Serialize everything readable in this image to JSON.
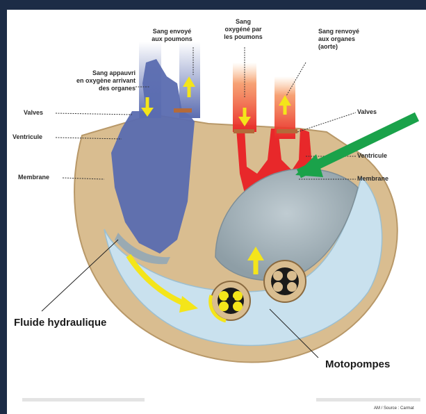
{
  "labels": {
    "sang_envoye_poumons": "Sang envoyé\naux poumons",
    "sang_oxygene": "Sang\noxygéné par\nles poumons",
    "sang_renvoye": "Sang renvoyé\naux organes\n(aorte)",
    "sang_appauvri": "Sang appauvri\nen oxygène arrivant\ndes organes",
    "valves_left": "Valves",
    "valves_right": "Valves",
    "ventricule_left": "Ventricule",
    "ventricule_right": "Ventricule",
    "membrane_left": "Membrane",
    "membrane_right": "Membrane",
    "fluide_hydraulique": "Fluide hydraulique",
    "motopompes": "Motopompes",
    "credit": "AM / Source : Carmat"
  },
  "colors": {
    "background": "#1c2c46",
    "panel": "#ffffff",
    "deoxygenated_blood": "#5a6cb0",
    "oxygenated_blood": "#e8282a",
    "heart_body": "#d9bd90",
    "hydraulic_fluid": "#c9e1ee",
    "membrane": "#a8b8bf",
    "flow_arrow": "#f4e51a",
    "pointer_arrow": "#1aa24a"
  },
  "icons": {
    "pointer": "green-arrow-icon",
    "flow": "yellow-flow-arrow-icon",
    "pump": "motopump-rotor-icon"
  }
}
